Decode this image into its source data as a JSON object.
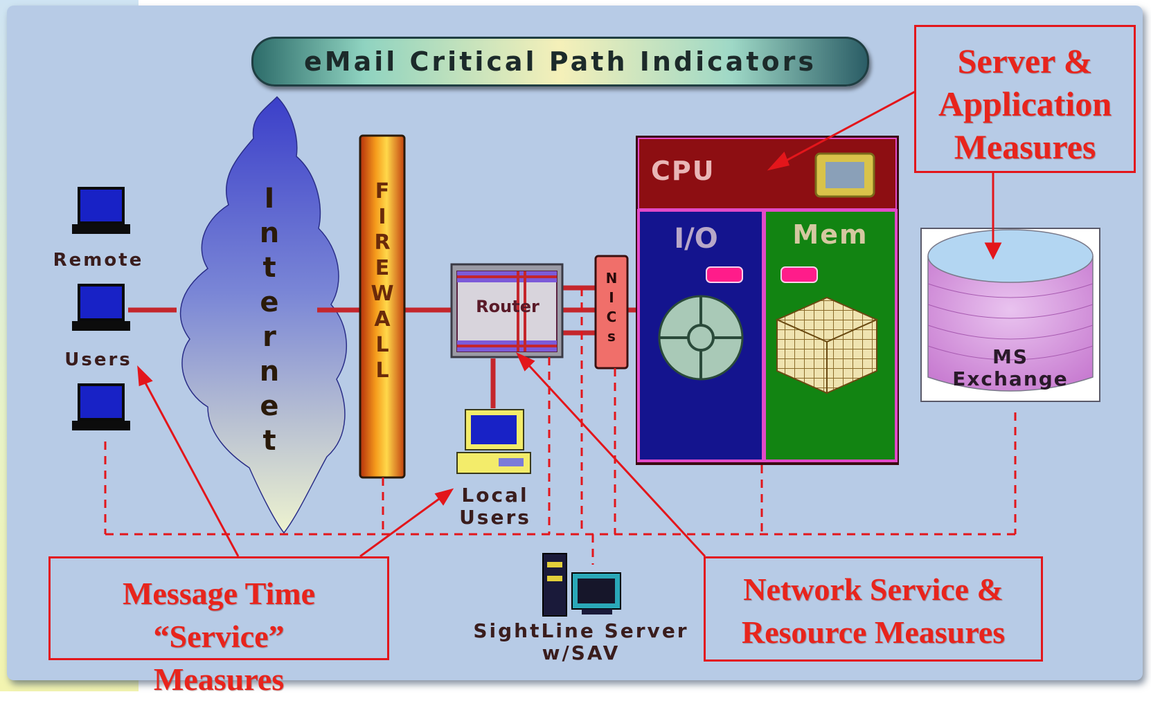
{
  "title": "eMail Critical Path Indicators",
  "nodes": {
    "remote_users": [
      "Remote",
      "Users"
    ],
    "internet": "Internet",
    "firewall": "FIREWALL",
    "router": "Router",
    "nics": "NICs",
    "cpu": "CPU",
    "io": "I/O",
    "mem": "Mem",
    "exchange": [
      "MS",
      "Exchange"
    ],
    "local_users": [
      "Local",
      "Users"
    ],
    "sightline": [
      "SightLine Server",
      "w/SAV"
    ]
  },
  "callouts": {
    "server_app": [
      "Server &",
      "Application",
      "Measures"
    ],
    "message_time": [
      "Message Time",
      "“Service”",
      "Measures"
    ],
    "network_service": [
      "Network Service &",
      "Resource Measures"
    ]
  },
  "colors": {
    "background": "#b7cbe6",
    "callout_red": "#e3161b",
    "link_red": "#c4262c",
    "cpu_maroon": "#8d0e12",
    "io_blue": "#14148e",
    "mem_green": "#128412"
  }
}
